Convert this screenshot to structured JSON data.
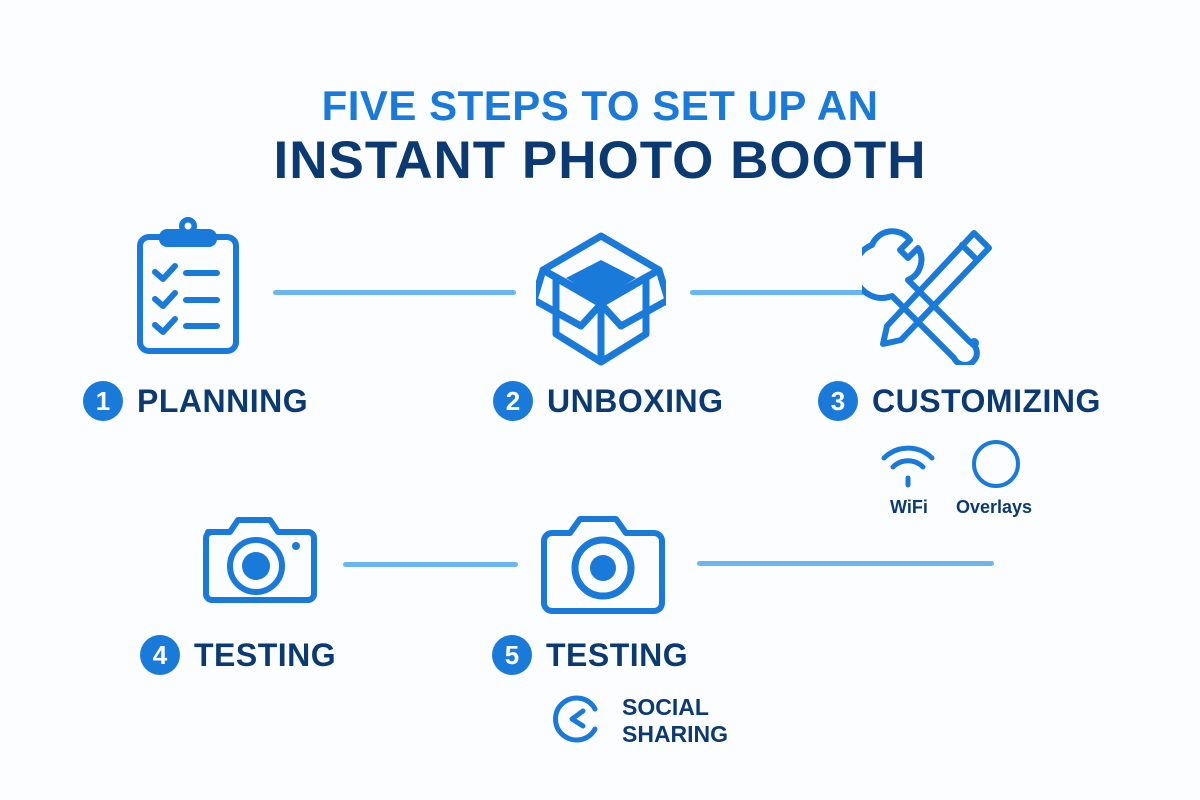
{
  "title": {
    "line1": "FIVE STEPS TO SET UP AN",
    "line2": "INSTANT PHOTO BOOTH"
  },
  "colors": {
    "accent": "#1a7ad9",
    "dark": "#0b3a72",
    "connector": "#6bb6f2"
  },
  "steps": [
    {
      "number": "1",
      "label": "PLANNING",
      "icon": "clipboard-checklist-icon"
    },
    {
      "number": "2",
      "label": "UNBOXING",
      "icon": "open-box-icon"
    },
    {
      "number": "3",
      "label": "CUSTOMIZING",
      "icon": "wrench-screwdriver-icon",
      "sub_items": [
        {
          "label": "WiFi",
          "icon": "wifi-icon"
        },
        {
          "label": "Overlays",
          "icon": "circle-icon"
        }
      ]
    },
    {
      "number": "4",
      "label": "TESTING",
      "icon": "camera-icon"
    },
    {
      "number": "5",
      "label": "TESTING",
      "icon": "camera-icon",
      "sub_items": [
        {
          "label_line1": "SOCIAL",
          "label_line2": "SHARING",
          "icon": "share-icon"
        }
      ]
    }
  ]
}
